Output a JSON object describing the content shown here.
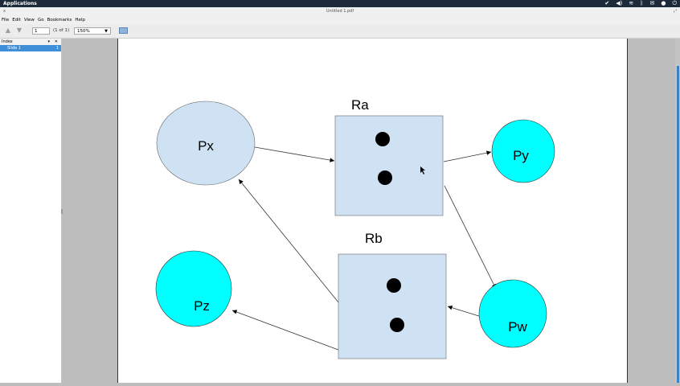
{
  "topbar": {
    "applications": "Applications"
  },
  "window": {
    "title": "Untitled 1.pdf",
    "close": "x"
  },
  "menu": [
    "File",
    "Edit",
    "View",
    "Go",
    "Bookmarks",
    "Help"
  ],
  "toolbar": {
    "page": "1",
    "page_of": "(1 of 1)",
    "zoom": "150%"
  },
  "sidebar": {
    "header": "Index",
    "items": [
      {
        "label": "Slide 1",
        "page": "1"
      }
    ]
  },
  "diagram": {
    "labels": {
      "px": "Px",
      "py": "Py",
      "pz": "Pz",
      "pw": "Pw",
      "ra": "Ra",
      "rb": "Rb"
    },
    "colors": {
      "ellipse": "#cfe2f3",
      "circle": "#00ffff",
      "box": "#cfe2f3",
      "dot": "#000000"
    }
  }
}
